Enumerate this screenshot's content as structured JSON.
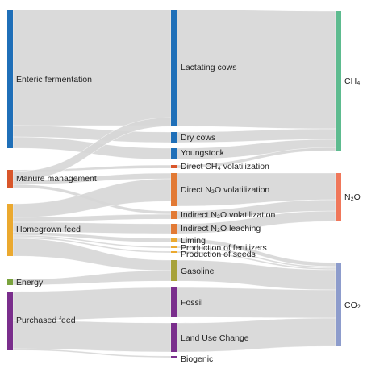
{
  "diagram": {
    "type": "sankey",
    "link_color": "#d6d6d6",
    "sources": [
      {
        "id": "enteric",
        "label": "Enteric fermentation",
        "color": "#1f6fb8"
      },
      {
        "id": "manure",
        "label": "Manure management",
        "color": "#d9562a"
      },
      {
        "id": "homegrown",
        "label": "Homegrown feed",
        "color": "#eba92f"
      },
      {
        "id": "energy",
        "label": "Energy",
        "color": "#7aa33d"
      },
      {
        "id": "purchased",
        "label": "Purchased feed",
        "color": "#7a2e8c"
      }
    ],
    "middle": [
      {
        "id": "lactating",
        "label": "Lactating cows",
        "color": "#1f6fb8"
      },
      {
        "id": "dry",
        "label": "Dry cows",
        "color": "#1f6fb8"
      },
      {
        "id": "youngstock",
        "label": "Youngstock",
        "color": "#1f6fb8"
      },
      {
        "id": "direct_ch4",
        "label": "Direct CH₄ volatilization",
        "color": "#d9562a"
      },
      {
        "id": "direct_n2o",
        "label": "Direct N₂O volatilization",
        "color": "#e27a35"
      },
      {
        "id": "indirect_vol",
        "label": "Indirect N₂O volatilization",
        "color": "#e27a35"
      },
      {
        "id": "indirect_leach",
        "label": "Indirect N₂O leaching",
        "color": "#e27a35"
      },
      {
        "id": "liming",
        "label": "Liming",
        "color": "#eba92f"
      },
      {
        "id": "fertilizers",
        "label": "Production of fertilizers",
        "color": "#eba92f"
      },
      {
        "id": "seeds",
        "label": "Production of seeds",
        "color": "#eba92f"
      },
      {
        "id": "gasoline",
        "label": "Gasoline",
        "color": "#a7a23a"
      },
      {
        "id": "fossil",
        "label": "Fossil",
        "color": "#7a2e8c"
      },
      {
        "id": "luc",
        "label": "Land Use Change",
        "color": "#7a2e8c"
      },
      {
        "id": "biogenic",
        "label": "Biogenic",
        "color": "#7a2e8c"
      }
    ],
    "targets": [
      {
        "id": "ch4",
        "label": "CH₄",
        "color": "#5dbb8f"
      },
      {
        "id": "n2o",
        "label": "N₂O",
        "color": "#f0775a"
      },
      {
        "id": "co2",
        "label": "CO₂",
        "color": "#8d9ccc"
      }
    ]
  }
}
